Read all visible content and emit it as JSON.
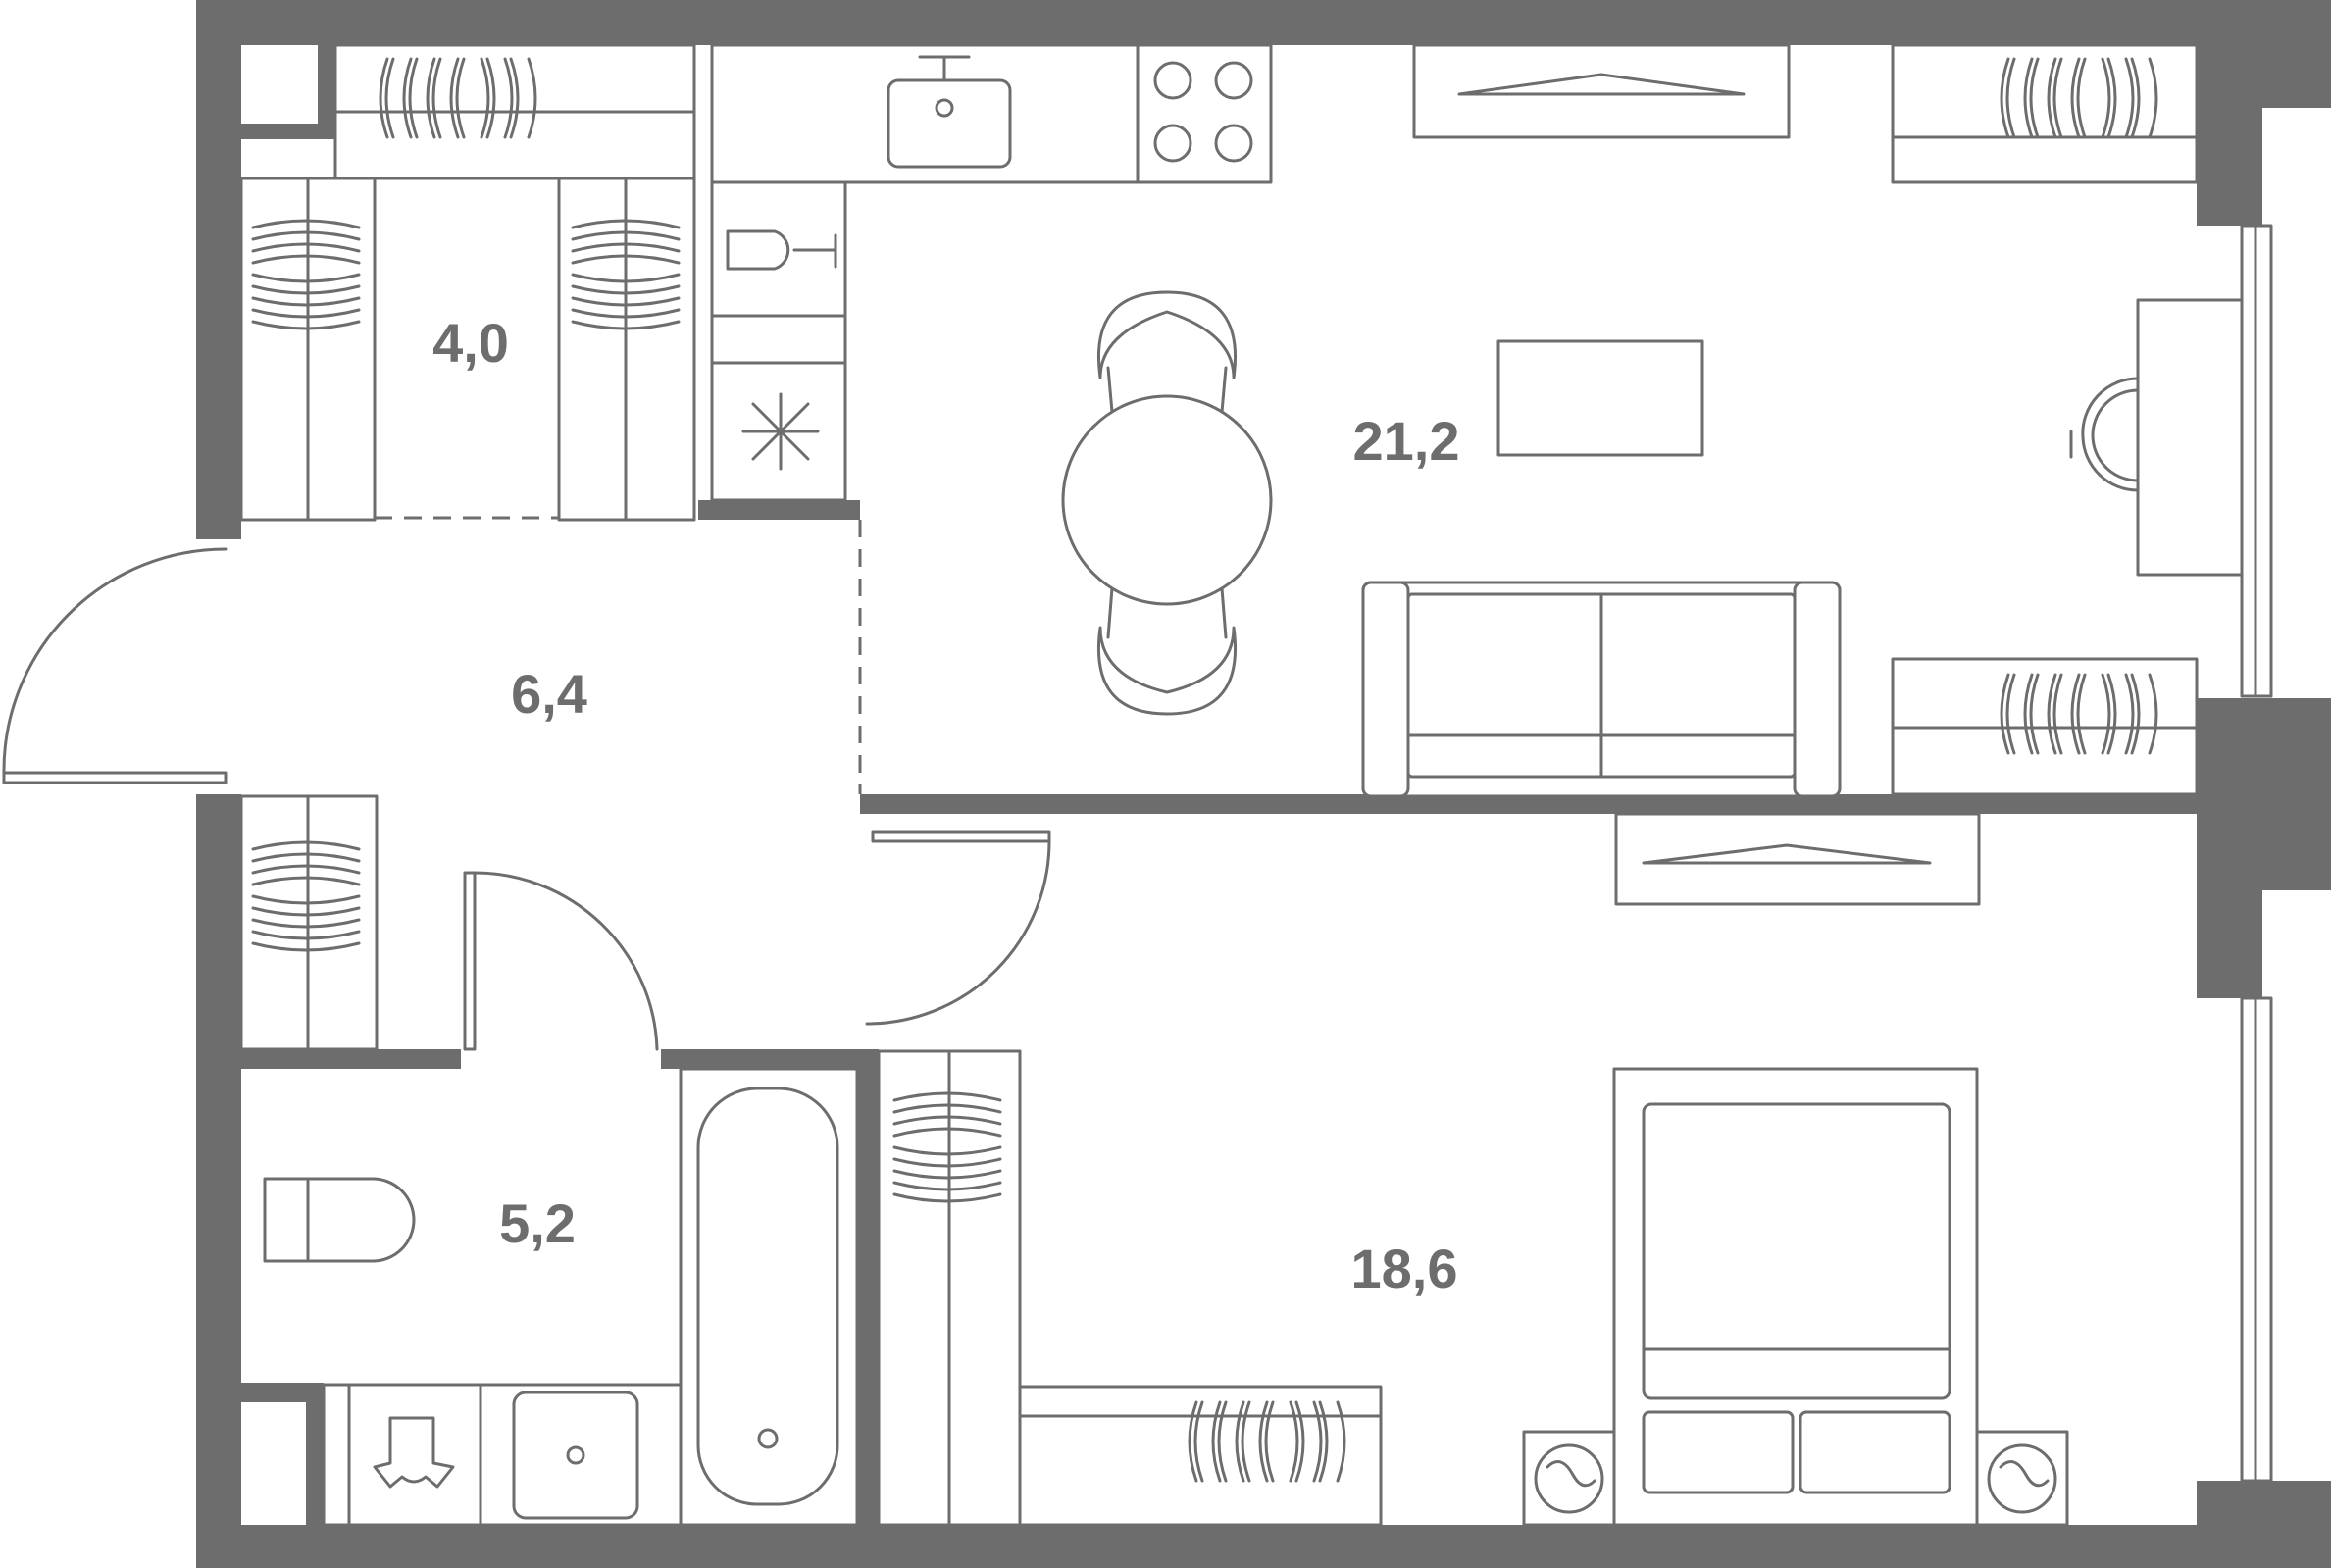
{
  "colors": {
    "walls": "#6d6d6d",
    "background": "#ffffff"
  },
  "rooms": [
    {
      "id": "wardrobe",
      "area": "4,0"
    },
    {
      "id": "hallway",
      "area": "6,4"
    },
    {
      "id": "bathroom",
      "area": "5,2"
    },
    {
      "id": "kitchen-living",
      "area": "21,2"
    },
    {
      "id": "bedroom",
      "area": "18,6"
    }
  ]
}
